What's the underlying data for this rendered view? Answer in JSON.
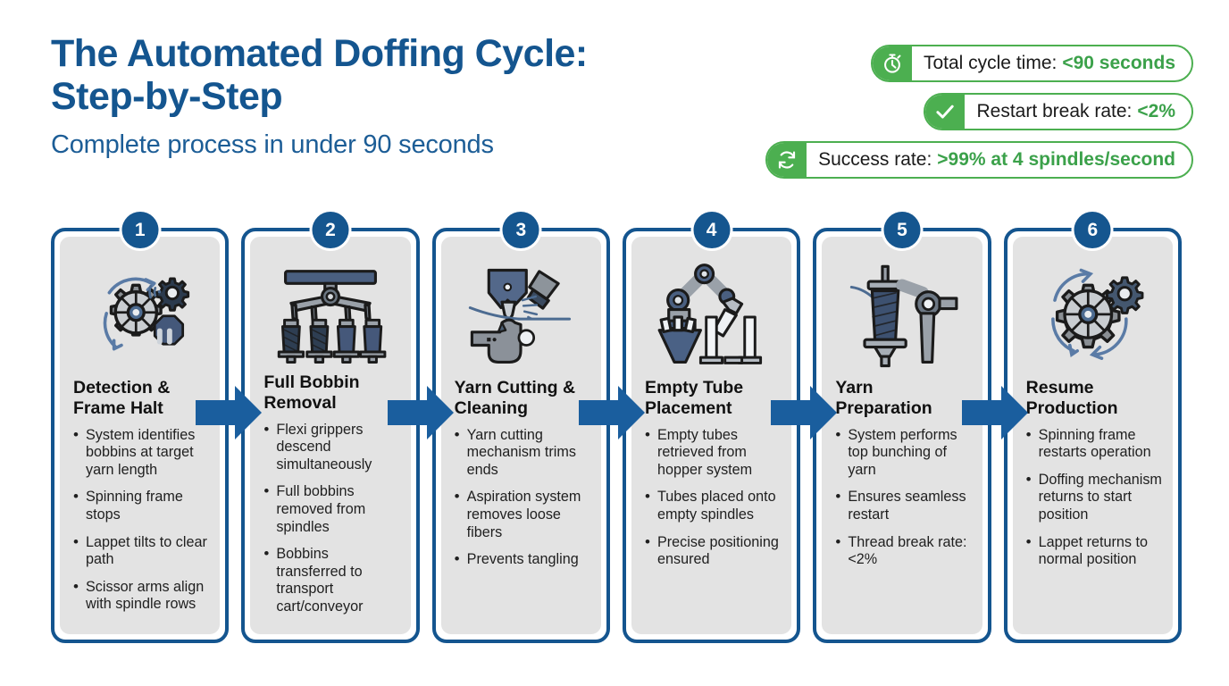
{
  "header": {
    "title_line1": "The Automated Doffing Cycle:",
    "title_line2": "Step-by-Step",
    "subtitle": "Complete process in under 90 seconds"
  },
  "colors": {
    "brand_blue": "#14558f",
    "accent_green": "#4caf50",
    "green_text": "#3ba14a",
    "card_bg": "#e3e3e3",
    "arrow_blue": "#1a5e9e"
  },
  "stats": [
    {
      "icon": "stopwatch-icon",
      "label": "Total cycle time:",
      "value": "<90 seconds"
    },
    {
      "icon": "check-icon",
      "label": "Restart break rate:",
      "value": "<2%"
    },
    {
      "icon": "refresh-icon",
      "label": "Success rate:",
      "value": ">99% at 4 spindles/second"
    }
  ],
  "steps": [
    {
      "number": "1",
      "icon": "gear-pause-icon",
      "title": "Detection & Frame Halt",
      "bullets": [
        "System identifies bobbins at target yarn length",
        "Spinning frame stops",
        "Lappet tilts to clear path",
        "Scissor arms align with spindle rows"
      ]
    },
    {
      "number": "2",
      "icon": "gripper-bobbins-icon",
      "title": "Full Bobbin Removal",
      "bullets": [
        "Flexi grippers descend simultaneously",
        "Full bobbins removed from spindles",
        "Bobbins transferred to transport cart/conveyor"
      ]
    },
    {
      "number": "3",
      "icon": "cutter-nozzle-icon",
      "title": "Yarn Cutting & Cleaning",
      "bullets": [
        "Yarn cutting mechanism trims ends",
        "Aspiration system removes loose fibers",
        "Prevents tangling"
      ]
    },
    {
      "number": "4",
      "icon": "robot-arm-hopper-icon",
      "title": "Empty Tube Placement",
      "bullets": [
        "Empty tubes retrieved from hopper system",
        "Tubes placed onto empty spindles",
        "Precise positioning ensured"
      ]
    },
    {
      "number": "5",
      "icon": "spindle-yarn-arm-icon",
      "title": "Yarn Preparation",
      "bullets": [
        "System performs top bunching of yarn",
        "Ensures seamless restart",
        "Thread break rate: <2%"
      ]
    },
    {
      "number": "6",
      "icon": "gear-rotate-icon",
      "title": "Resume Production",
      "bullets": [
        "Spinning frame restarts operation",
        "Doffing mechanism returns to start position",
        "Lappet returns to normal position"
      ]
    }
  ]
}
